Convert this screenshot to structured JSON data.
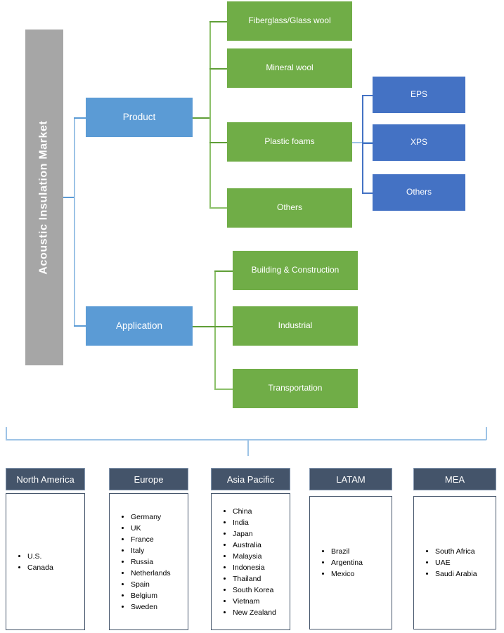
{
  "diagram": {
    "root": {
      "label": "Acoustic Insulation Market"
    },
    "segments": [
      {
        "label": "Product"
      },
      {
        "label": "Application"
      }
    ],
    "product_children": [
      {
        "label": "Fiberglass/Glass wool"
      },
      {
        "label": "Mineral wool"
      },
      {
        "label": "Plastic foams"
      },
      {
        "label": "Others"
      }
    ],
    "plastic_foams_children": [
      {
        "label": "EPS"
      },
      {
        "label": "XPS"
      },
      {
        "label": "Others"
      }
    ],
    "application_children": [
      {
        "label": "Building & Construction"
      },
      {
        "label": "Industrial"
      },
      {
        "label": "Transportation"
      }
    ],
    "regions": [
      {
        "name": "North America",
        "countries": [
          "U.S.",
          "Canada"
        ]
      },
      {
        "name": "Europe",
        "countries": [
          "Germany",
          "UK",
          "France",
          "Italy",
          "Russia",
          "Netherlands",
          "Spain",
          "Belgium",
          "Sweden"
        ]
      },
      {
        "name": "Asia Pacific",
        "countries": [
          "China",
          "India",
          "Japan",
          "Australia",
          "Malaysia",
          "Indonesia",
          "Thailand",
          "South Korea",
          "Vietnam",
          "New Zealand"
        ]
      },
      {
        "name": "LATAM",
        "countries": [
          "Brazil",
          "Argentina",
          "Mexico"
        ]
      },
      {
        "name": "MEA",
        "countries": [
          "South Africa",
          "UAE",
          "Saudi Arabia"
        ]
      }
    ],
    "colors": {
      "root_bar": "#a6a6a6",
      "segment_blue": "#5b9bd5",
      "category_green": "#70ad47",
      "subtype_blue": "#4472c4",
      "region_header": "#44546a",
      "connector_blue": "#5b9bd5",
      "connector_green": "#8cc06a"
    }
  }
}
